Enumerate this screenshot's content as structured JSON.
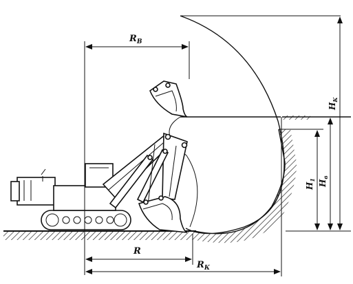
{
  "labels": {
    "rv": "R",
    "rv_sub": "В",
    "r": "R",
    "rk": "R",
    "rk_sub": "К",
    "hk": "H",
    "hk_sub": "К",
    "hv": "H",
    "hv_sub": "в",
    "h1": "H",
    "h1_sub": "1"
  }
}
